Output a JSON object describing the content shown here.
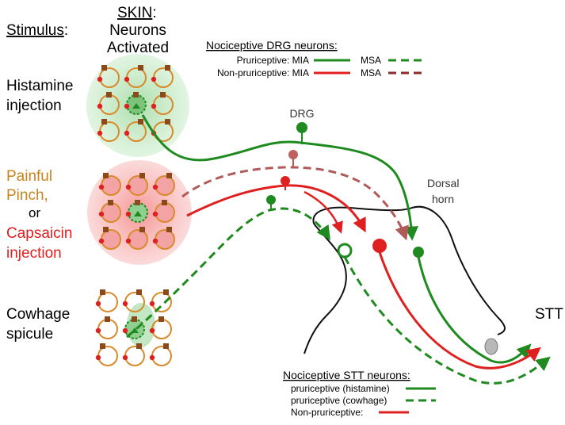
{
  "labels": {
    "stimulus": "Stimulus",
    "stimulus_colon": ":",
    "skin": "SKIN",
    "skin_colon": ":",
    "neurons": "Neurons",
    "activated": "Activated",
    "histamine_1": "Histamine",
    "histamine_2": "injection",
    "pinch_1": "Painful",
    "pinch_2": "Pinch,",
    "or": "or",
    "capsaicin_1": "Capsaicin",
    "capsaicin_2": "injection",
    "cowhage_1": "Cowhage",
    "cowhage_2": "spicule",
    "drg": "DRG",
    "dorsal_1": "Dorsal",
    "dorsal_2": "horn",
    "stt": "STT"
  },
  "drg_legend": {
    "title": "Nociceptive DRG neurons:",
    "rows": [
      {
        "label": "Pruriceptive: MIA",
        "msa": "MSA",
        "color": "#1f8a1f"
      },
      {
        "label": "Non-pruriceptive: MIA",
        "msa": "MSA",
        "color": "#e02020",
        "dash_color": "#8b2c2c"
      }
    ]
  },
  "stt_legend": {
    "title": "Nociceptive STT neurons:",
    "rows": [
      {
        "label": "pruriceptive (histamine)",
        "style": "solid",
        "color": "#1f8a1f"
      },
      {
        "label": "pruriceptive (cowhage)",
        "style": "dashed",
        "color": "#1f8a1f"
      },
      {
        "label": "Non-pruriceptive:",
        "style": "solid",
        "color": "#e02020"
      }
    ]
  },
  "colors": {
    "green": "#1f8a1f",
    "red": "#e02020",
    "dark_red": "#8b2c2c",
    "muted_red": "#c06060",
    "orange": "#d98a2b",
    "brown": "#8b4a1c",
    "black": "#111111",
    "gray_cell": "#b8b8b8"
  }
}
